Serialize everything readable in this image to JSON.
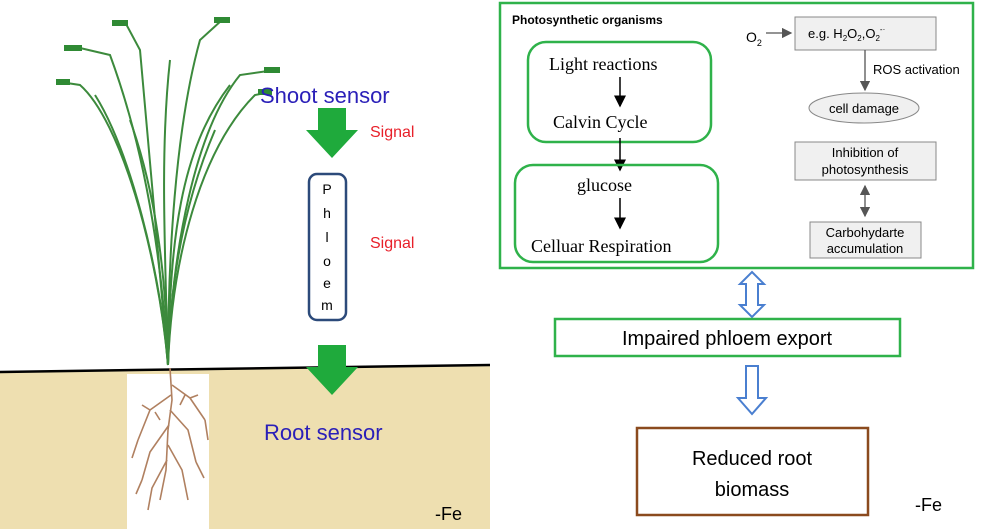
{
  "left_panel": {
    "shoot_sensor": "Shoot sensor",
    "signal_top": "Signal",
    "phloem_letters": [
      "P",
      "h",
      "l",
      "o",
      "e",
      "m"
    ],
    "signal_middle": "Signal",
    "root_sensor": "Root sensor",
    "fe_label": "-Fe"
  },
  "right_panel": {
    "box_title": "Photosynthetic organisms",
    "light_reactions": "Light reactions",
    "calvin_cycle": "Calvin Cycle",
    "glucose": "glucose",
    "cellular_respiration": "Celluar Respiration",
    "o2": "O",
    "o2_sub": "2",
    "ros_example": "e.g. H",
    "ros_h2_sub": "2",
    "ros_o_mid": "O",
    "ros_o2_sub": "2",
    "ros_sep": ",O",
    "ros_o2b_sub": "2",
    "ros_sup": "-·",
    "ros_activation": "ROS activation",
    "cell_damage": "cell damage",
    "inhibition_line1": "Inhibition of",
    "inhibition_line2": "photosynthesis",
    "carbo_line1": "Carbohydarte",
    "carbo_line2": "accumulation",
    "impaired_phloem": "Impaired phloem export",
    "reduced_line1": "Reduced root",
    "reduced_line2": "biomass",
    "fe_label": "-Fe"
  },
  "colors": {
    "green_arrow": "#1faa3c",
    "green_box": "#2fb24a",
    "blue_text": "#2a1fb8",
    "red_text": "#e8202a",
    "soil": "#eedfb0",
    "phloem_border": "#2c4a7a",
    "hollow_arrow": "#4a7fd0",
    "brown_box": "#8b4a1e",
    "grass": "#3c8a3c"
  }
}
